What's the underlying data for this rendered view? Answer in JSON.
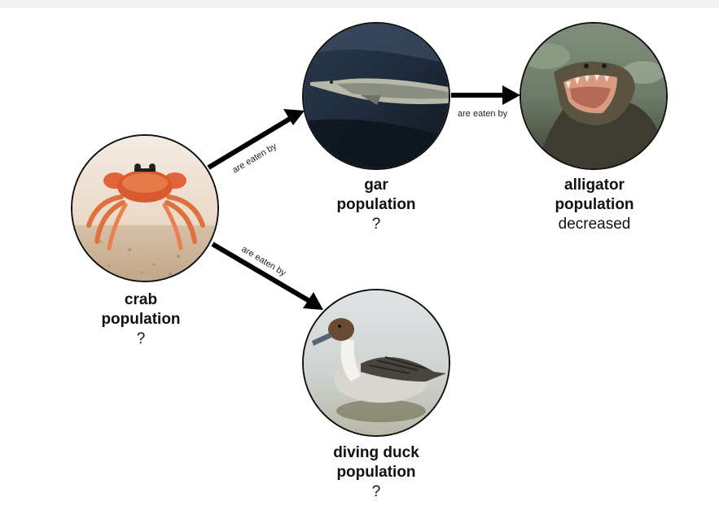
{
  "diagram": {
    "title": "Food web",
    "edge_label": "are eaten by",
    "nodes": [
      {
        "id": "crab",
        "name": "crab",
        "name2": "population",
        "status": "?",
        "image": "crab"
      },
      {
        "id": "gar",
        "name": "gar",
        "name2": "population",
        "status": "?",
        "image": "gar fish"
      },
      {
        "id": "alligator",
        "name": "alligator",
        "name2": "population",
        "status": "decreased",
        "image": "alligator"
      },
      {
        "id": "duck",
        "name": "diving duck",
        "name2": "population",
        "status": "?",
        "image": "pintail duck"
      }
    ],
    "edges": [
      {
        "from": "crab",
        "to": "gar",
        "label": "are eaten by"
      },
      {
        "from": "gar",
        "to": "alligator",
        "label": "are eaten by"
      },
      {
        "from": "crab",
        "to": "duck",
        "label": "are eaten by"
      }
    ]
  }
}
